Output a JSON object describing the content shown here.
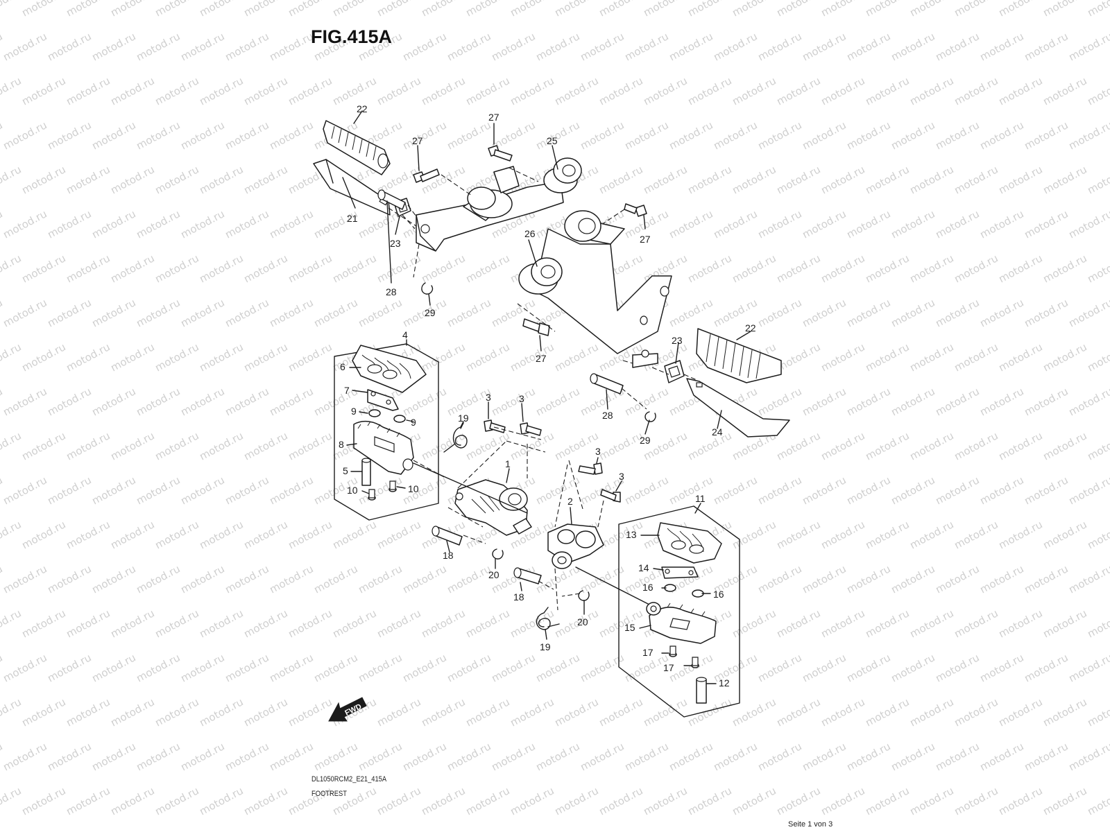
{
  "figure": {
    "title": "FIG.415A",
    "model_code": "DL1050RCM2_E21_415A",
    "name": "FOOTREST",
    "page_indicator": "Seite 1 von 3"
  },
  "watermark": {
    "text": "motod.ru",
    "color": "#cfcfcf"
  },
  "fwd_arrow": {
    "label": "FWD",
    "icon": "fwd-direction-arrow-icon"
  },
  "callouts": [
    {
      "id": "c22a",
      "label": "22"
    },
    {
      "id": "c27a",
      "label": "27"
    },
    {
      "id": "c27b",
      "label": "27"
    },
    {
      "id": "c25",
      "label": "25"
    },
    {
      "id": "c21",
      "label": "21"
    },
    {
      "id": "c23a",
      "label": "23"
    },
    {
      "id": "c27c",
      "label": "27"
    },
    {
      "id": "c26",
      "label": "26"
    },
    {
      "id": "c28a",
      "label": "28"
    },
    {
      "id": "c29a",
      "label": "29"
    },
    {
      "id": "c22b",
      "label": "22"
    },
    {
      "id": "c23b",
      "label": "23"
    },
    {
      "id": "c27d",
      "label": "27"
    },
    {
      "id": "c28b",
      "label": "28"
    },
    {
      "id": "c29b",
      "label": "29"
    },
    {
      "id": "c24",
      "label": "24"
    },
    {
      "id": "c4",
      "label": "4"
    },
    {
      "id": "c6",
      "label": "6"
    },
    {
      "id": "c7",
      "label": "7"
    },
    {
      "id": "c9a",
      "label": "9"
    },
    {
      "id": "c9b",
      "label": "9"
    },
    {
      "id": "c8",
      "label": "8"
    },
    {
      "id": "c5",
      "label": "5"
    },
    {
      "id": "c10a",
      "label": "10"
    },
    {
      "id": "c10b",
      "label": "10"
    },
    {
      "id": "c19a",
      "label": "19"
    },
    {
      "id": "c3a",
      "label": "3"
    },
    {
      "id": "c3b",
      "label": "3"
    },
    {
      "id": "c1",
      "label": "1"
    },
    {
      "id": "c18a",
      "label": "18"
    },
    {
      "id": "c20a",
      "label": "20"
    },
    {
      "id": "c3c",
      "label": "3"
    },
    {
      "id": "c3d",
      "label": "3"
    },
    {
      "id": "c2",
      "label": "2"
    },
    {
      "id": "c18b",
      "label": "18"
    },
    {
      "id": "c20b",
      "label": "20"
    },
    {
      "id": "c19b",
      "label": "19"
    },
    {
      "id": "c11",
      "label": "11"
    },
    {
      "id": "c13",
      "label": "13"
    },
    {
      "id": "c14",
      "label": "14"
    },
    {
      "id": "c16a",
      "label": "16"
    },
    {
      "id": "c16b",
      "label": "16"
    },
    {
      "id": "c15",
      "label": "15"
    },
    {
      "id": "c17a",
      "label": "17"
    },
    {
      "id": "c17b",
      "label": "17"
    },
    {
      "id": "c12",
      "label": "12"
    }
  ]
}
